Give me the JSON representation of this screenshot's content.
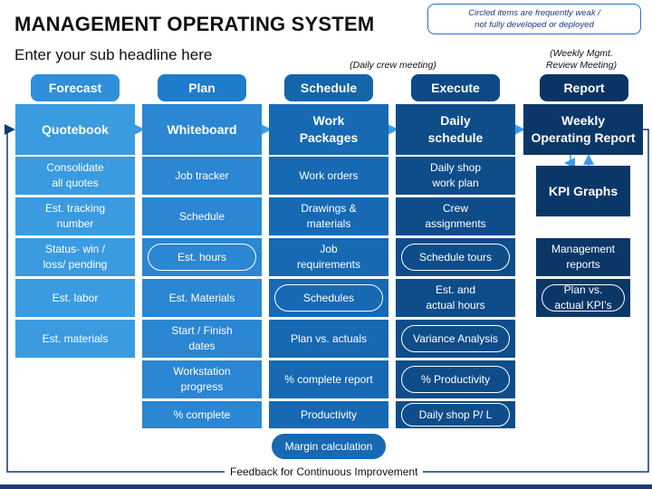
{
  "title": "MANAGEMENT OPERATING SYSTEM",
  "subtitle": "Enter your sub headline here",
  "note": {
    "line1": "Circled items are frequently weak /",
    "line2": "not fully developed or deployed"
  },
  "annotations": {
    "schedule": "(Daily crew meeting)",
    "report_line1": "(Weekly Mgmt.",
    "report_line2": "Review Meeting)"
  },
  "feedback": "Feedback for Continuous Improvement",
  "colors": {
    "col1": "#3b9be0",
    "col2": "#2b86d3",
    "col3": "#1769b4",
    "col4": "#0e4d8a",
    "col5": "#0b3768",
    "line": "#0d3b73",
    "arrow": "#3a9be6"
  },
  "columns": [
    {
      "pill": "Forecast",
      "head": [
        "Quotebook"
      ],
      "items": [
        {
          "lines": [
            "Consolidate",
            "all quotes"
          ],
          "circled": false
        },
        {
          "lines": [
            "Est. tracking",
            "number"
          ],
          "circled": false
        },
        {
          "lines": [
            "Status- win /",
            "loss/ pending"
          ],
          "circled": false
        },
        {
          "lines": [
            "Est. labor"
          ],
          "circled": false
        },
        {
          "lines": [
            "Est. materials"
          ],
          "circled": false
        }
      ]
    },
    {
      "pill": "Plan",
      "head": [
        "Whiteboard"
      ],
      "items": [
        {
          "lines": [
            "Job tracker"
          ],
          "circled": false
        },
        {
          "lines": [
            "Schedule"
          ],
          "circled": false
        },
        {
          "lines": [
            "Est. hours"
          ],
          "circled": true
        },
        {
          "lines": [
            "Est. Materials"
          ],
          "circled": false
        },
        {
          "lines": [
            "Start / Finish",
            "dates"
          ],
          "circled": false
        },
        {
          "lines": [
            "Workstation",
            "progress"
          ],
          "circled": false
        },
        {
          "lines": [
            "% complete"
          ],
          "circled": false
        }
      ]
    },
    {
      "pill": "Schedule",
      "head": [
        "Work",
        "Packages"
      ],
      "items": [
        {
          "lines": [
            "Work orders"
          ],
          "circled": false
        },
        {
          "lines": [
            "Drawings &",
            "materials"
          ],
          "circled": false
        },
        {
          "lines": [
            "Job",
            "requirements"
          ],
          "circled": false
        },
        {
          "lines": [
            "Schedules"
          ],
          "circled": true
        },
        {
          "lines": [
            "Plan vs. actuals"
          ],
          "circled": false
        },
        {
          "lines": [
            "% complete report"
          ],
          "circled": false
        },
        {
          "lines": [
            "Productivity"
          ],
          "circled": false
        },
        {
          "lines": [
            "Margin calculation"
          ],
          "circled": true
        }
      ]
    },
    {
      "pill": "Execute",
      "head": [
        "Daily",
        "schedule"
      ],
      "items": [
        {
          "lines": [
            "Daily shop",
            "work plan"
          ],
          "circled": false
        },
        {
          "lines": [
            "Crew",
            "assignments"
          ],
          "circled": false
        },
        {
          "lines": [
            "Schedule tours"
          ],
          "circled": true
        },
        {
          "lines": [
            "Est. and",
            "actual hours"
          ],
          "circled": false
        },
        {
          "lines": [
            "Variance Analysis"
          ],
          "circled": true
        },
        {
          "lines": [
            "% Productivity"
          ],
          "circled": true
        },
        {
          "lines": [
            "Daily shop P/ L"
          ],
          "circled": true
        }
      ]
    },
    {
      "pill": "Report",
      "head": [
        "Weekly",
        "Operating Report"
      ],
      "kpi": "KPI Graphs",
      "items": [
        {
          "lines": [
            "Management",
            "reports"
          ],
          "circled": false
        },
        {
          "lines": [
            "Plan vs.",
            "actual KPI’s"
          ],
          "circled": true
        }
      ]
    }
  ]
}
